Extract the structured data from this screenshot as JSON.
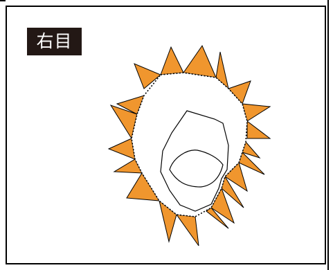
{
  "label": {
    "text": "右目",
    "background": "#231815",
    "color": "#ffffff"
  },
  "colors": {
    "spike_fill": "#f0962e",
    "outline": "#000000",
    "background": "#ffffff"
  },
  "icons": {
    "spikes": "orange-spike-triangles",
    "boundary": "dotted-boundary-line",
    "inner_region": "inner-outline-shape",
    "core": "inner-oval-shape"
  }
}
